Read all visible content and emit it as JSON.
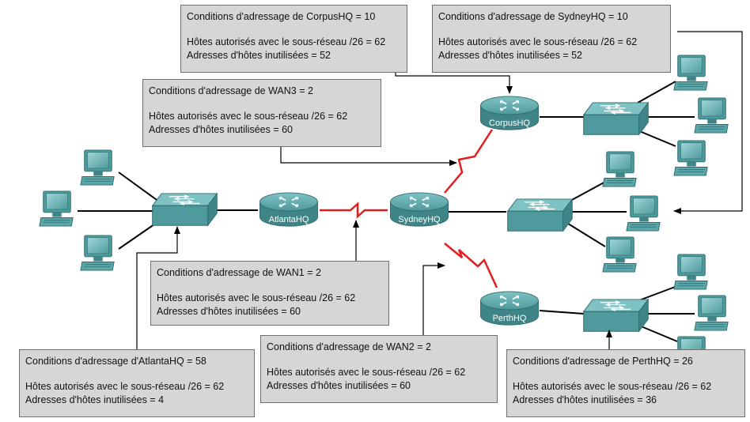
{
  "devices": {
    "atlanta": "AtlantaHQ",
    "sydney": "SydneyHQ",
    "corpus": "CorpusHQ",
    "perth": "PerthHQ"
  },
  "boxes": {
    "corpus": {
      "title": "Conditions d'adressage de CorpusHQ = 10",
      "hosts": "Hôtes autorisés avec le sous-réseau /26 = 62",
      "unused": "Adresses d'hôtes inutilisées = 52"
    },
    "sydney": {
      "title": "Conditions d'adressage de SydneyHQ = 10",
      "hosts": "Hôtes autorisés avec le sous-réseau /26 = 62",
      "unused": "Adresses d'hôtes inutilisées = 52"
    },
    "wan3": {
      "title": "Conditions d'adressage de WAN3 = 2",
      "hosts": "Hôtes autorisés avec le sous-réseau /26 = 62",
      "unused": "Adresses d'hôtes inutilisées = 60"
    },
    "wan1": {
      "title": "Conditions d'adressage de WAN1 = 2",
      "hosts": "Hôtes autorisés avec le sous-réseau /26 = 62",
      "unused": "Adresses d'hôtes inutilisées = 60"
    },
    "atlanta": {
      "title": "Conditions d'adressage d'AtlantaHQ = 58",
      "hosts": "Hôtes autorisés avec le sous-réseau /26 = 62",
      "unused": "Adresses d'hôtes inutilisées = 4"
    },
    "wan2": {
      "title": "Conditions d'adressage de WAN2 = 2",
      "hosts": "Hôtes autorisés avec le sous-réseau /26 = 62",
      "unused": "Adresses d'hôtes inutilisées = 60"
    },
    "perth": {
      "title": "Conditions d'adressage de PerthHQ = 26",
      "hosts": "Hôtes autorisés avec le sous-réseau /26 = 62",
      "unused": "Adresses d'hôtes inutilisées = 36"
    }
  },
  "colors": {
    "wan_link": "#e41e1e",
    "device": "#4f9a9c",
    "box_bg": "#d6d6d6"
  }
}
